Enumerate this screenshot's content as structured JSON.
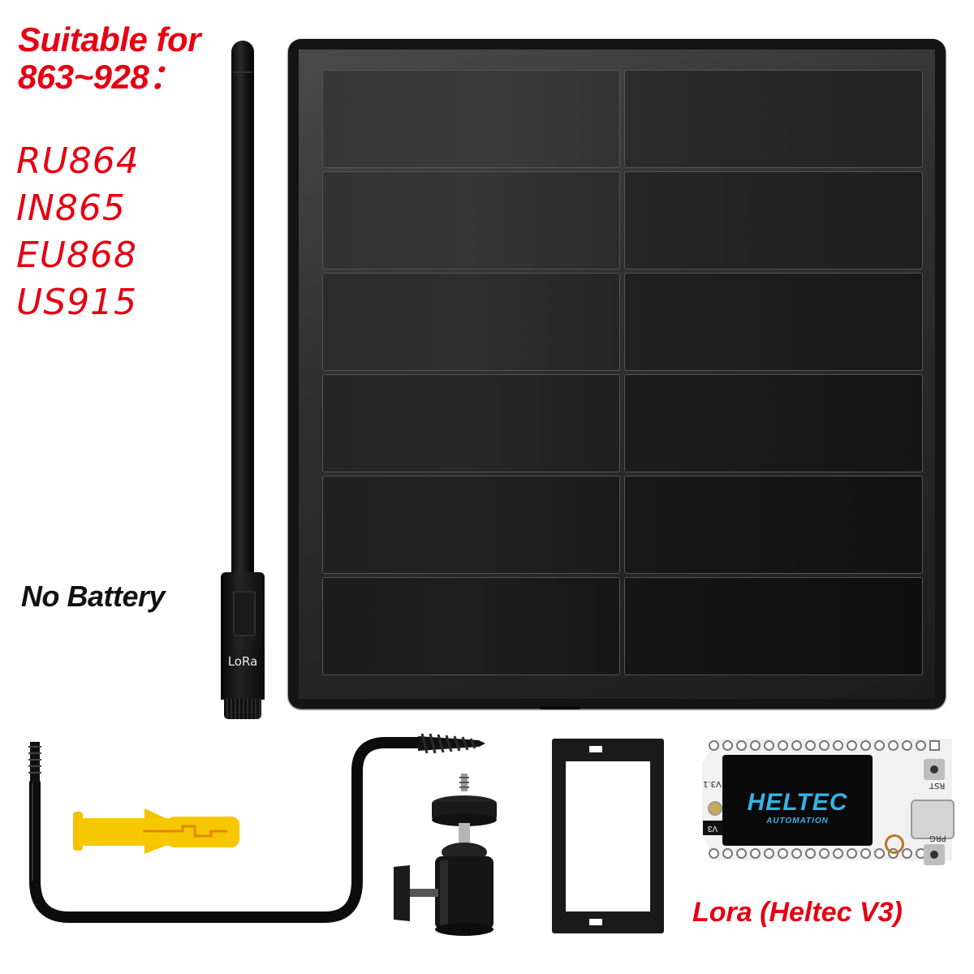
{
  "headline": {
    "line1": "Suitable for",
    "line2": "863~928："
  },
  "bands": [
    "RU864",
    "IN865",
    "EU868",
    "US915"
  ],
  "notice": "No Battery",
  "antenna": {
    "label": "LoRa"
  },
  "solar_panel": {
    "rows": 6,
    "columns": 2
  },
  "accessories": {
    "wall_anchor_color": "#f5c400",
    "bracket": "L-shaped screw mount bracket",
    "ball_head": "Mini ball head mount",
    "frame": "Board frame"
  },
  "board": {
    "logo_main": "HELTEC",
    "logo_sub": "AUTOMATION",
    "silk_version": "V3.1",
    "silk_tag": "V3",
    "button_rst": "RST",
    "button_prg": "PRG",
    "caption": "Lora (Heltec V3)"
  },
  "colors": {
    "accent_red": "#e60012",
    "panel_black": "#141414",
    "screen_blue": "#34b4e4"
  }
}
